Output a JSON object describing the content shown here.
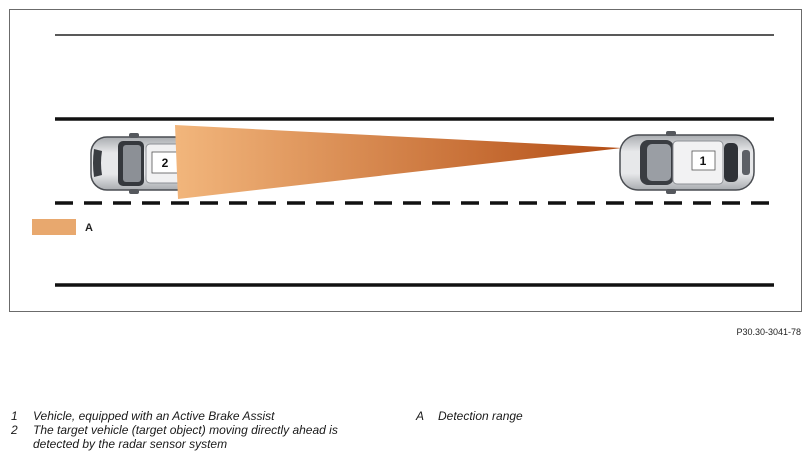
{
  "labels": {
    "car1_number": "1",
    "car2_number": "2",
    "detection_key_letter": "A"
  },
  "doc_code": "P30.30-3041-78",
  "legend_left": [
    {
      "num": "1",
      "text": "Vehicle, equipped with an Active Brake Assist"
    },
    {
      "num": "2",
      "text": "The target vehicle (target object) moving directly ahead is detected by the radar sensor system"
    }
  ],
  "legend_right": [
    {
      "num": "A",
      "text": "Detection range"
    }
  ],
  "colors": {
    "beam_near": "#f0b278",
    "beam_far": "#b8501a",
    "key_swatch": "#e8a86e",
    "road_line": "#111111",
    "car_body": "#cfd1d4"
  }
}
